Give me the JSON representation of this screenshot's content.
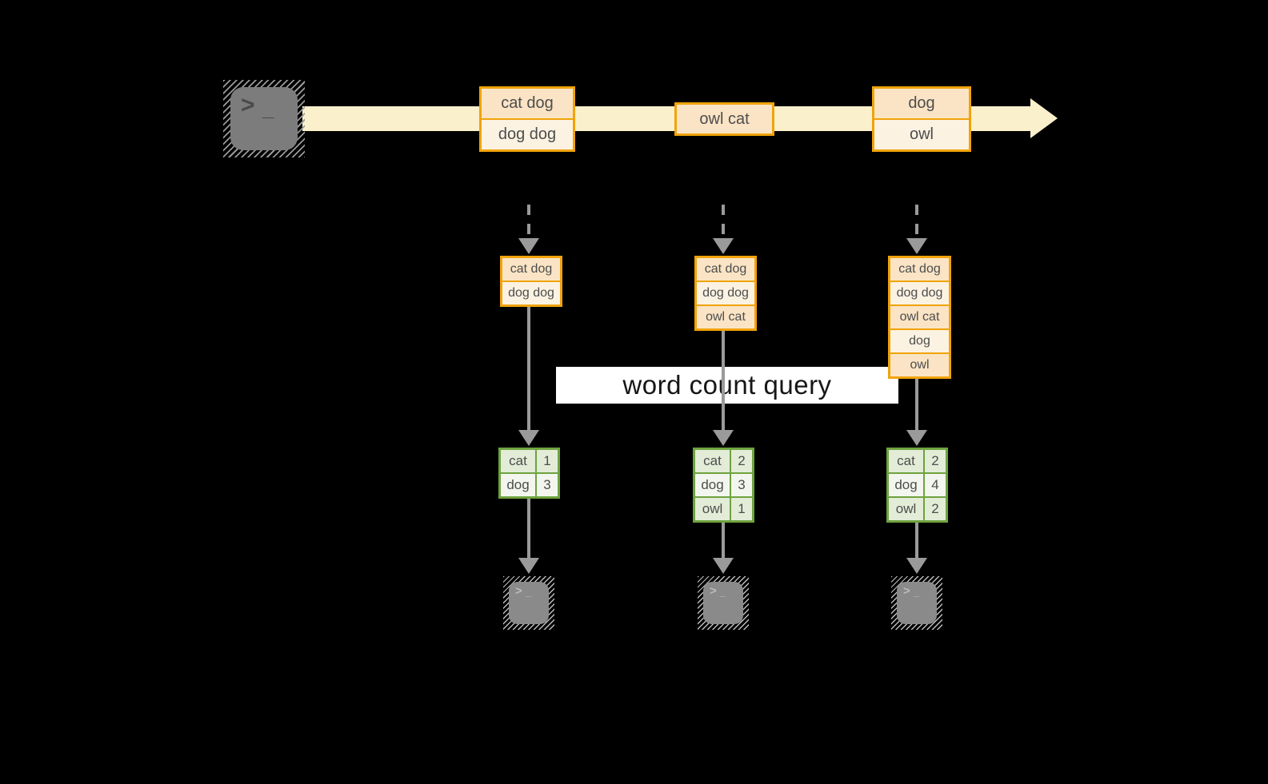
{
  "colors": {
    "background": "#000000",
    "stream_band": "#FAF0CC",
    "orange_border": "#F0A30A",
    "cell_peach": "#FAE4C5",
    "cell_cream": "#FCF2E2",
    "green_border": "#6EA33F",
    "green_row_light": "#E3ECD7",
    "green_row_white": "#F3F6EE",
    "arrow_gray": "#9A9A9A",
    "banner_bg": "#FFFFFF"
  },
  "terminal": {
    "chevron": ">",
    "cursor": "_"
  },
  "stream": {
    "event1": {
      "line1": "cat dog",
      "line2": "dog dog"
    },
    "event2": {
      "line1": "owl cat"
    },
    "event3": {
      "line1": "dog",
      "line2": "owl"
    }
  },
  "banner": {
    "label": "word count query"
  },
  "columns": [
    {
      "buffer": [
        "cat dog",
        "dog dog"
      ],
      "counts": [
        {
          "word": "cat",
          "count": "1"
        },
        {
          "word": "dog",
          "count": "3"
        }
      ]
    },
    {
      "buffer": [
        "cat dog",
        "dog dog",
        "owl cat"
      ],
      "counts": [
        {
          "word": "cat",
          "count": "2"
        },
        {
          "word": "dog",
          "count": "3"
        },
        {
          "word": "owl",
          "count": "1"
        }
      ]
    },
    {
      "buffer": [
        "cat dog",
        "dog dog",
        "owl cat",
        "dog",
        "owl"
      ],
      "counts": [
        {
          "word": "cat",
          "count": "2"
        },
        {
          "word": "dog",
          "count": "4"
        },
        {
          "word": "owl",
          "count": "2"
        }
      ]
    }
  ]
}
